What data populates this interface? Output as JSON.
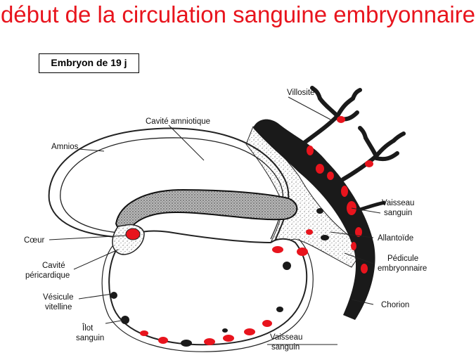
{
  "title": "début de la circulation sanguine embryonnaire",
  "tag": "Embryon de 19 j",
  "labels": {
    "villosite": "Villosité",
    "cavite_amniotique": "Cavité amniotique",
    "amnios": "Amnios",
    "vaisseau_sanguin_top_1": "Vaisseau",
    "vaisseau_sanguin_top_2": "sanguin",
    "coeur": "Cœur",
    "allantoide": "Allantoïde",
    "cavite_pericardique_1": "Cavité",
    "cavite_pericardique_2": "péricardique",
    "pedicule_1": "Pédicule",
    "pedicule_2": "embryonnaire",
    "vesicule_1": "Vésicule",
    "vesicule_2": "vitelline",
    "chorion": "Chorion",
    "ilot_1": "Îlot",
    "ilot_2": "sanguin",
    "vaisseau_sanguin_bottom_1": "Vaisseau",
    "vaisseau_sanguin_bottom_2": "sanguin"
  },
  "colors": {
    "title": "#e8141d",
    "blood": "#e8141d",
    "tissue": "#1a1a1a"
  }
}
